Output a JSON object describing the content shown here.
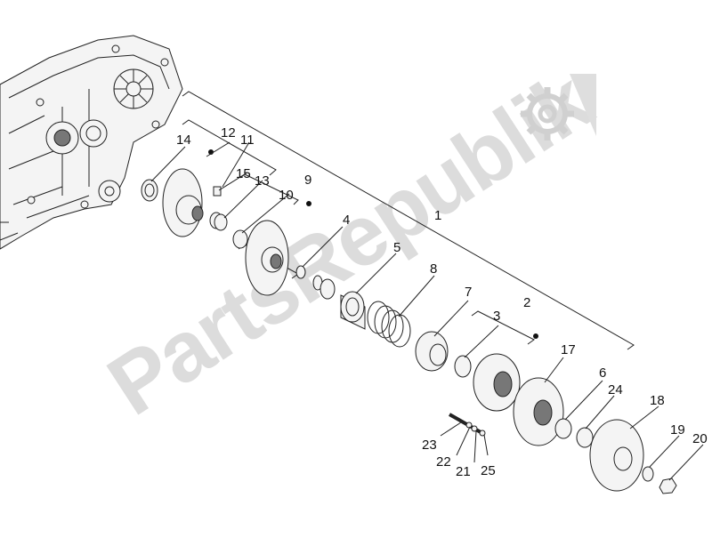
{
  "watermark": {
    "text": "PartsRepublik",
    "icon": "gear-icon"
  },
  "callouts": [
    {
      "label": "1"
    },
    {
      "label": "2"
    },
    {
      "label": "3"
    },
    {
      "label": "4"
    },
    {
      "label": "5"
    },
    {
      "label": "6"
    },
    {
      "label": "7"
    },
    {
      "label": "8"
    },
    {
      "label": "9"
    },
    {
      "label": "10"
    },
    {
      "label": "11"
    },
    {
      "label": "12"
    },
    {
      "label": "13"
    },
    {
      "label": "14"
    },
    {
      "label": "15"
    },
    {
      "label": "17"
    },
    {
      "label": "18"
    },
    {
      "label": "19"
    },
    {
      "label": "20"
    },
    {
      "label": "21"
    },
    {
      "label": "22"
    },
    {
      "label": "23"
    },
    {
      "label": "24"
    },
    {
      "label": "25"
    }
  ],
  "colors": {
    "line": "#222222",
    "watermark": "#d9d9d9",
    "part_fill": "#f2f2f2",
    "part_dark": "#555555"
  }
}
